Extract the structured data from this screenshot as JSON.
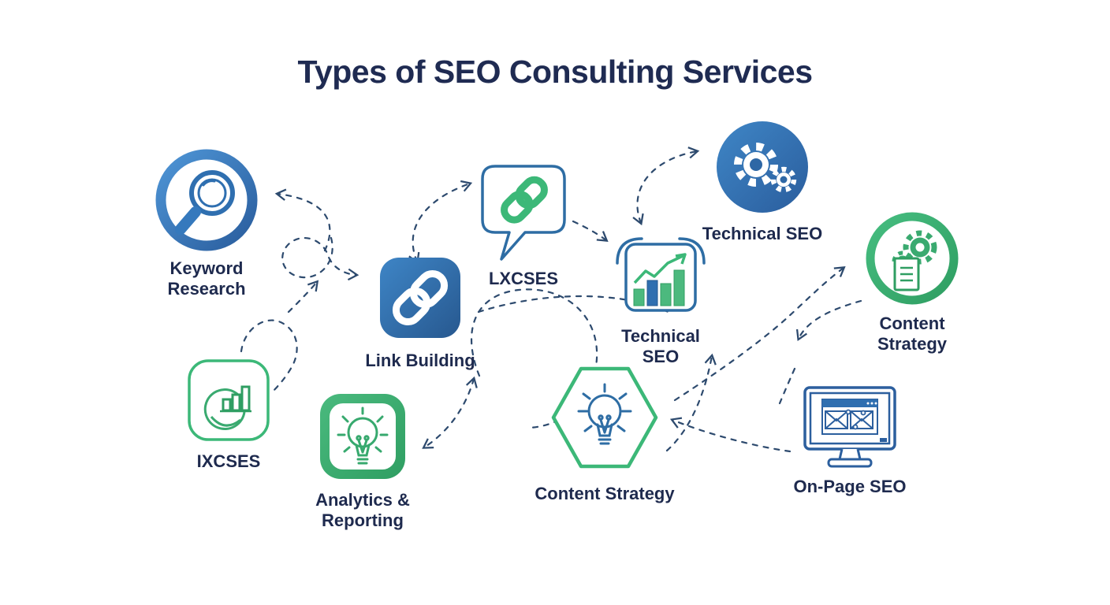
{
  "title": "Types of SEO Consulting Services",
  "colors": {
    "navy_text": "#1f2b52",
    "blue": "#2f6fb0",
    "blue_dark": "#2a5d9d",
    "blue_light": "#4e95d6",
    "green": "#3cb878",
    "green_dark": "#2f9e62",
    "arrow": "#2d4a6e"
  },
  "nodes": {
    "keyword_research": {
      "label_lines": [
        "Keyword",
        "Research"
      ],
      "icon": "magnifier-icon",
      "shape": "blue-ring-circle"
    },
    "link_building": {
      "label": "Link Building",
      "icon": "chain-link-icon",
      "shape": "blue-rounded-square"
    },
    "lxcses_bubble": {
      "label": "LXCSES",
      "icon": "speech-bubble-chain-icon",
      "shape": "outlined-speech-bubble"
    },
    "technical_seo_gears": {
      "label": "Technical SEO",
      "icon": "gears-icon",
      "shape": "blue-filled-circle"
    },
    "technical_seo_chart": {
      "label_lines": [
        "Technical",
        "SEO"
      ],
      "icon": "bar-chart-trend-icon",
      "shape": "outlined-rounded-square"
    },
    "content_strategy_gears": {
      "label_lines": [
        "Content",
        "Strategy"
      ],
      "icon": "gear-document-icon",
      "shape": "green-ring-circle"
    },
    "ixcses_chart": {
      "label": "IXCSES",
      "icon": "pie-bar-chart-icon",
      "shape": "green-outlined-square"
    },
    "analytics_reporting": {
      "label_lines": [
        "Analytics &",
        "Reporting"
      ],
      "icon": "lightbulb-icon",
      "shape": "green-filled-square"
    },
    "content_strategy_hex": {
      "label": "Content Strategy",
      "icon": "lightbulb-icon",
      "shape": "green-outlined-hexagon"
    },
    "onpage_seo": {
      "label": "On-Page SEO",
      "icon": "monitor-wireframe-icon",
      "shape": "blue-outlined-monitor"
    }
  },
  "connections": [
    "keyword-research <-> link-building (dashed loop)",
    "link-building <-> lxcses-bubble",
    "lxcses-bubble -> technical-seo-chart",
    "technical-seo-gears <-> technical-seo-chart",
    "link-building <-> analytics-reporting",
    "ixcses-chart loop",
    "content-strategy-hex -> content-strategy-gears",
    "onpage-seo -> content-strategy-hex",
    "content-strategy-hex -> technical-seo-chart",
    "central dashed loop around content-strategy-hex"
  ]
}
